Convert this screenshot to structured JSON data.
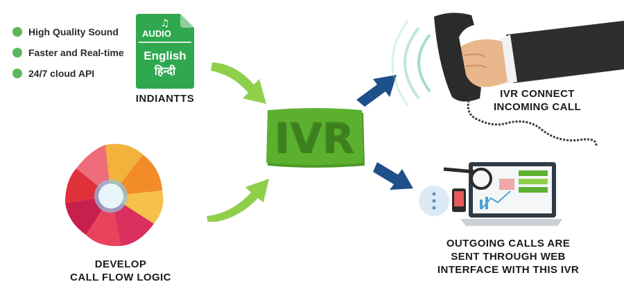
{
  "features": [
    {
      "label": "High Quality Sound"
    },
    {
      "label": "Faster and Real-time"
    },
    {
      "label": "24/7 cloud API"
    }
  ],
  "audio_doc": {
    "audio_label": "AUDIO",
    "language_1": "English",
    "language_2": "हिन्दी",
    "caption": "INDIANTTS"
  },
  "center": {
    "label": "IVR"
  },
  "flow_logic": {
    "caption_line_1": "DEVELOP",
    "caption_line_2": "CALL FLOW LOGIC"
  },
  "incoming": {
    "caption_line_1": "IVR CONNECT",
    "caption_line_2": "INCOMING CALL"
  },
  "outgoing": {
    "caption_line_1": "OUTGOING CALLS ARE",
    "caption_line_2": "SENT THROUGH WEB",
    "caption_line_3": "INTERFACE WITH THIS IVR"
  },
  "colors": {
    "ivr_green": "#5cb02f",
    "arrow_green": "#8fcf4a",
    "arrow_blue": "#1f4f88",
    "doc_green": "#2fa84f",
    "check_green": "#5cb85c"
  }
}
